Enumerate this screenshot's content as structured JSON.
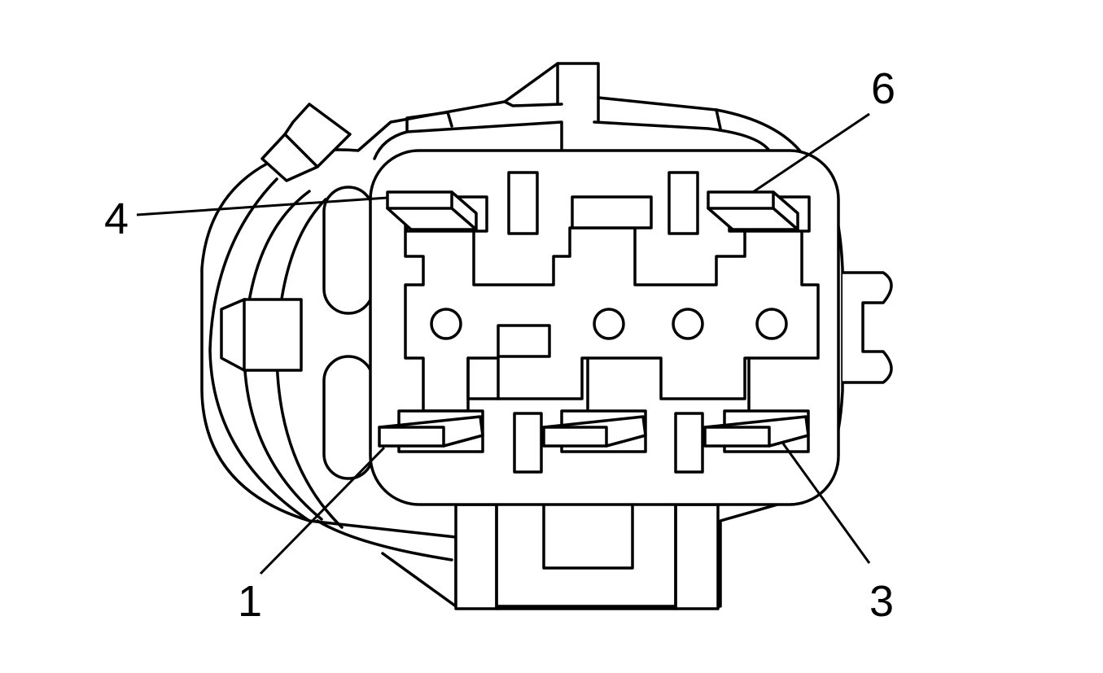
{
  "diagram": {
    "pin_labels": {
      "pin_1": "1",
      "pin_3": "3",
      "pin_4": "4",
      "pin_6": "6"
    }
  }
}
